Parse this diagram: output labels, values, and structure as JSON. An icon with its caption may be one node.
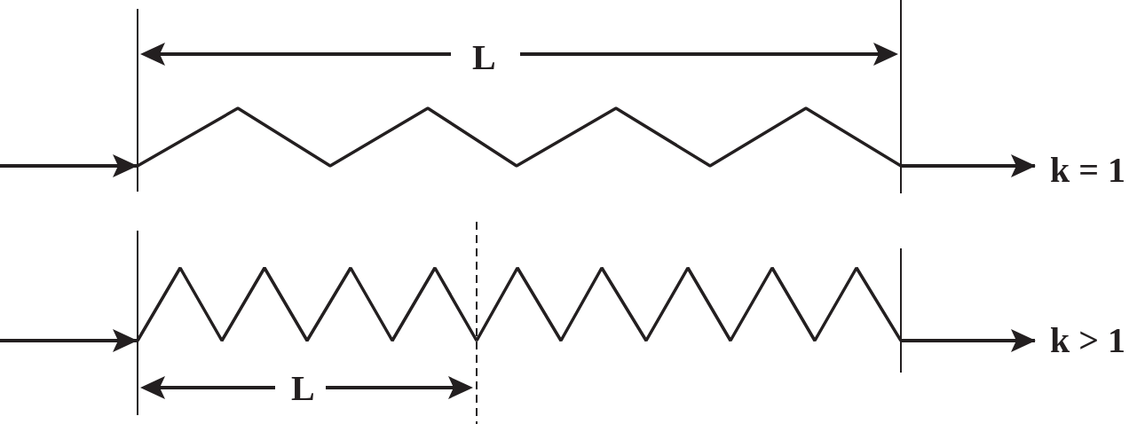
{
  "diagram": {
    "nodes": [
      {
        "text": [],
        "shape": "zigzag"
      },
      {
        "text": [
          "k = 1"
        ]
      },
      {
        "text": [],
        "shape": "zigzag"
      },
      {
        "text": [
          "k > 1"
        ]
      }
    ],
    "edges": [
      {
        "from": null,
        "to": 0,
        "arrow": "to"
      },
      {
        "from": 0,
        "to": 1,
        "arrow": "to"
      },
      {
        "from": null,
        "to": 2,
        "arrow": "to"
      },
      {
        "from": 2,
        "to": 3,
        "arrow": "to"
      }
    ],
    "labels": [
      "L",
      "L"
    ]
  }
}
